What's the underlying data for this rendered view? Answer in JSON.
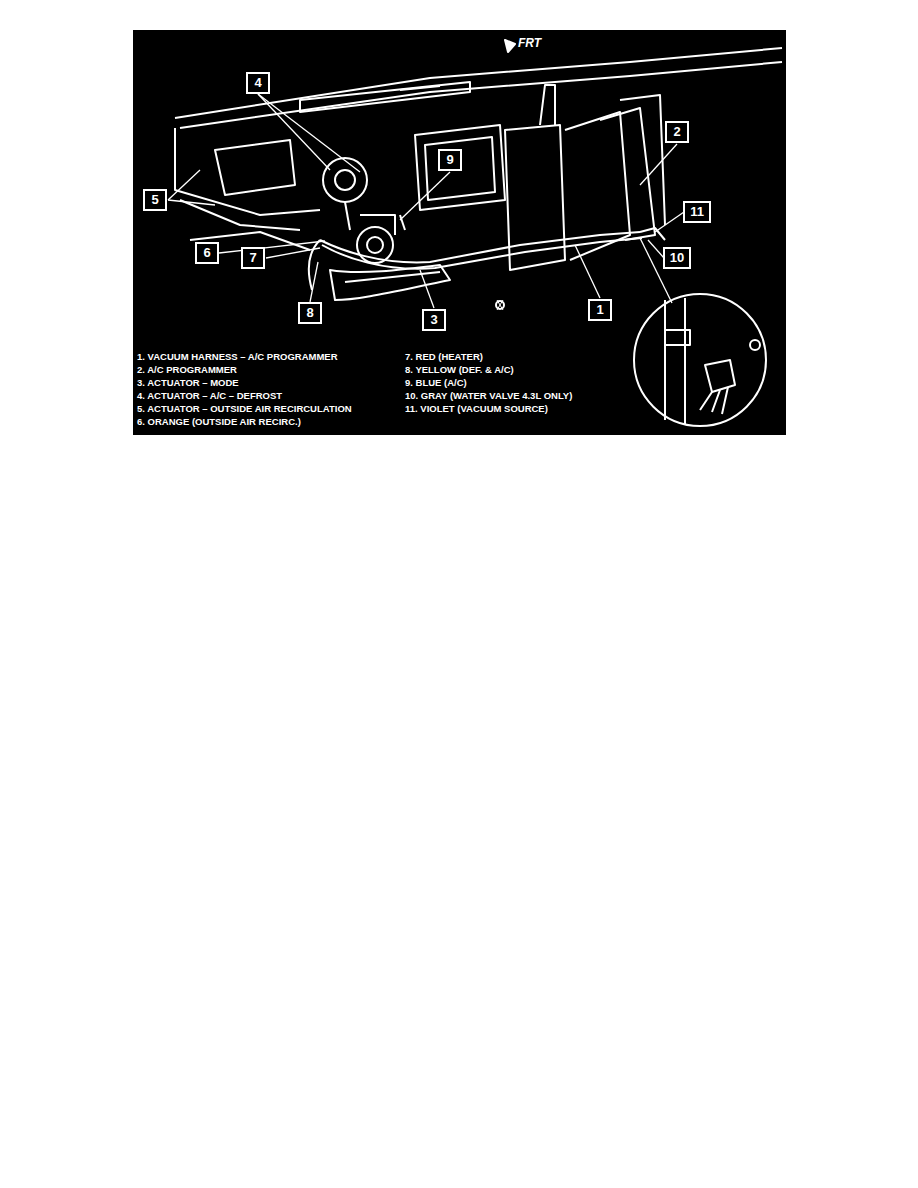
{
  "diagram": {
    "nodes": [
      {
        "text": [
          "4"
        ]
      },
      {
        "text": [
          "9"
        ]
      },
      {
        "text": [
          "2"
        ]
      },
      {
        "text": [
          "5"
        ]
      },
      {
        "text": [
          "11"
        ]
      },
      {
        "text": [
          "6"
        ]
      },
      {
        "text": [
          "7"
        ]
      },
      {
        "text": [
          "10"
        ]
      },
      {
        "text": [
          "8"
        ]
      },
      {
        "text": [
          "3"
        ]
      },
      {
        "text": [
          "1"
        ]
      }
    ],
    "labels": [
      "FRT",
      "1. VACUUM HARNESS – A/C PROGRAMMER",
      "2. A/C PROGRAMMER",
      "3. ACTUATOR – MODE",
      "4. ACTUATOR – A/C – DEFROST",
      "5. ACTUATOR – OUTSIDE AIR RECIRCULATION",
      "6. ORANGE (OUTSIDE AIR RECIRC.)",
      "7. RED (HEATER)",
      "8. YELLOW (DEF. & A/C)",
      "9. BLUE (A/C)",
      "10. GRAY (WATER VALVE 4.3L ONLY)",
      "11. VIOLET (VACUUM SOURCE)"
    ]
  }
}
